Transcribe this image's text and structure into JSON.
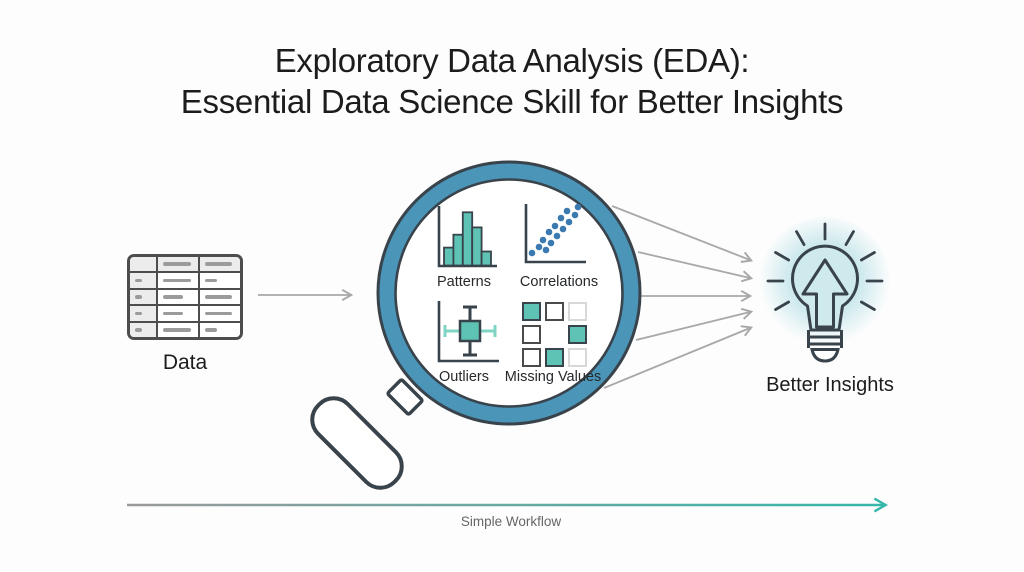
{
  "title": {
    "line1": "Exploratory Data Analysis (EDA):",
    "line2": "Essential Data Science Skill for Better Insights"
  },
  "colors": {
    "bg": "#fdfdfd",
    "outline": "#39434b",
    "table_border": "#4d4d4d",
    "table_dash": "#9b9b9b",
    "teal": "#5ec3b4",
    "teal_light": "#7fd4c6",
    "ring_blue": "#4b95b9",
    "dot_blue": "#3b7ab1",
    "arrow_gray": "#a8a8a8",
    "workflow_gray": "#9a9a9a",
    "workflow_teal": "#36b7aa",
    "glow": "#bfe3e8",
    "bulb_fill": "#cfeaed",
    "text_dark": "#1c1c1c",
    "text_mid": "#26292c",
    "text_gray": "#666666"
  },
  "data_source": {
    "label": "Data"
  },
  "table_icon": {
    "rows": [
      [
        "none",
        "long",
        "long"
      ],
      [
        "short",
        "long",
        "short"
      ],
      [
        "short",
        "medium",
        "long"
      ],
      [
        "short",
        "medium",
        "long"
      ],
      [
        "short",
        "long",
        "short"
      ]
    ]
  },
  "magnifier": {
    "panels": [
      {
        "id": "patterns",
        "type": "histogram",
        "label": "Patterns",
        "values": [
          32,
          55,
          95,
          68,
          25
        ]
      },
      {
        "id": "correlations",
        "type": "scatter",
        "label": "Correlations",
        "points": [
          [
            16,
            55
          ],
          [
            23,
            49
          ],
          [
            30,
            52
          ],
          [
            27,
            42
          ],
          [
            35,
            45
          ],
          [
            33,
            34
          ],
          [
            41,
            38
          ],
          [
            39,
            28
          ],
          [
            47,
            31
          ],
          [
            45,
            20
          ],
          [
            53,
            24
          ],
          [
            51,
            13
          ],
          [
            59,
            17
          ],
          [
            62,
            9
          ]
        ]
      },
      {
        "id": "outliers",
        "type": "boxplot",
        "label": "Outliers"
      },
      {
        "id": "missing_values",
        "type": "grid",
        "label": "Missing Values",
        "cells": [
          [
            "filled",
            "outlined",
            "faint"
          ],
          [
            "outlined",
            "missing",
            "filled"
          ],
          [
            "outlined",
            "filled",
            "faint"
          ]
        ]
      }
    ]
  },
  "insight": {
    "label": "Better Insights"
  },
  "workflow": {
    "label": "Simple Workflow"
  },
  "icons": {
    "data_table": "data-table-icon",
    "magnifier": "magnifying-glass-icon",
    "histogram": "histogram-icon",
    "scatter": "scatter-plot-icon",
    "boxplot": "boxplot-icon",
    "missing_grid": "missing-values-grid",
    "lightbulb": "lightbulb-arrow-icon",
    "flow_arrows": "chevron-arrow-icon"
  }
}
